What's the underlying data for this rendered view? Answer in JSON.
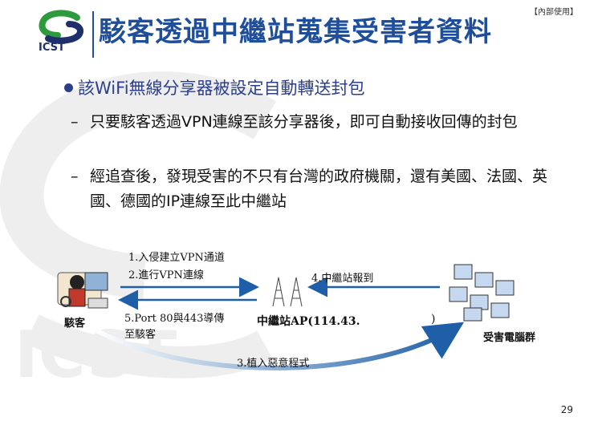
{
  "header": {
    "logo_text": "ICST",
    "title": "駭客透過中繼站蒐集受害者資料",
    "classification": "【內部使用】"
  },
  "content": {
    "bullet": "該WiFi無線分享器被設定自動轉送封包",
    "subpoints": [
      {
        "dash": "–",
        "text": "只要駭客透過VPN連線至該分享器後，即可自動接收回傳的封包"
      },
      {
        "dash": "–",
        "text": "經追查後，發現受害的不只有台灣的政府機關，還有美國、法國、英國、德國的IP連線至此中繼站"
      }
    ]
  },
  "diagram": {
    "step1": "1.入侵建立VPN通道",
    "step2": "2.進行VPN連線",
    "step3": "3.植入惡意程式",
    "step4": "4.中繼站報到",
    "step5_line1": "5.Port 80與443導傳",
    "step5_line2": "至駭客",
    "hacker_label": "駭客",
    "relay_label": "中繼站AP(114.43.",
    "relay_label_end": ")",
    "victims_label": "受害電腦群"
  },
  "colors": {
    "title": "#1f4f9a",
    "bullet": "#2b3f8c",
    "arrow": "#1f5fa8",
    "logo_green": "#2e9a3e",
    "logo_blue": "#1f2f6b"
  },
  "footer": {
    "page_number": "29"
  }
}
